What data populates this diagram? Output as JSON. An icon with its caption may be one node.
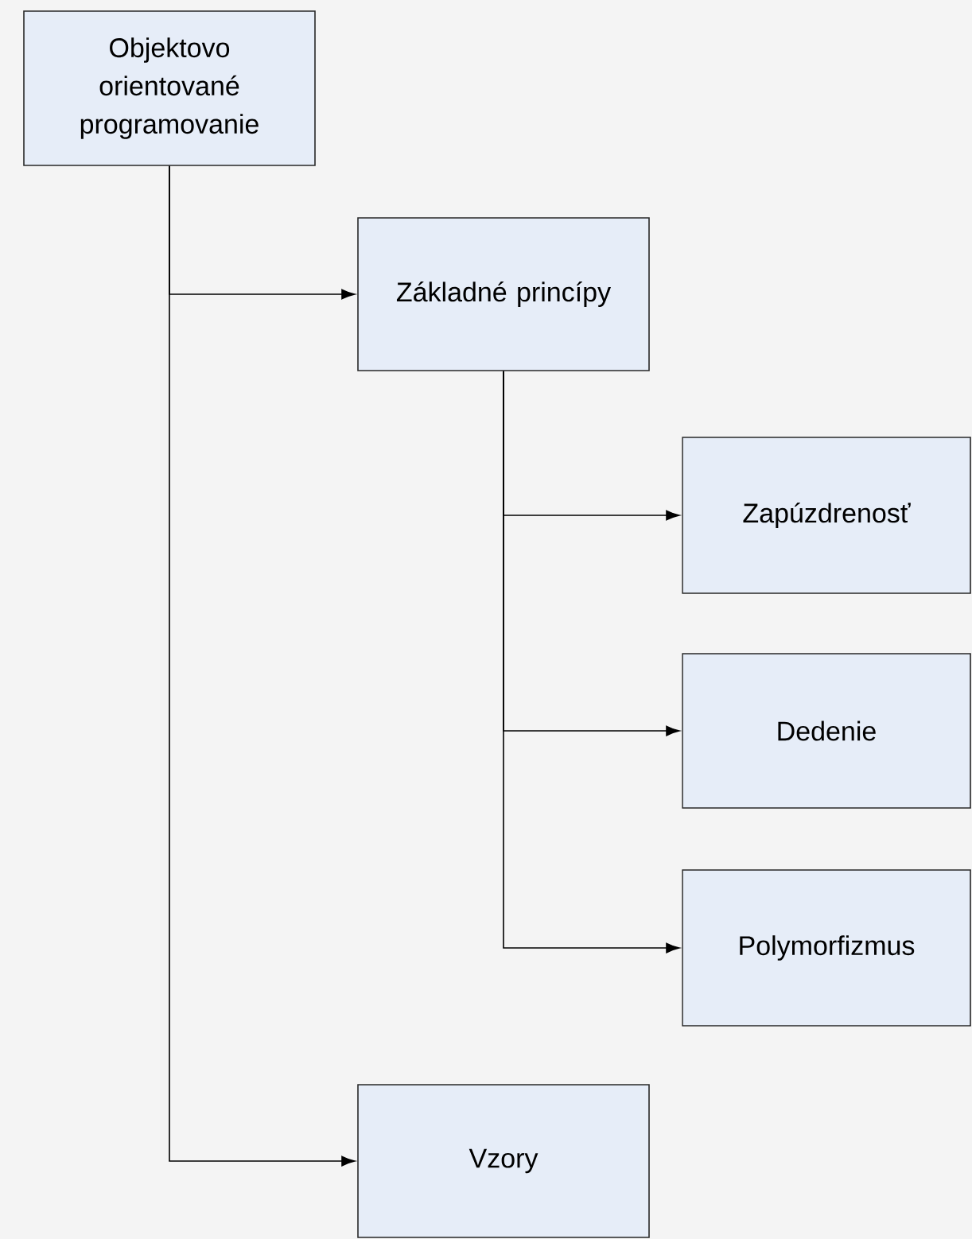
{
  "diagram": {
    "nodes": [
      {
        "text": [
          "Objektovo orientované programovanie"
        ]
      },
      {
        "text": [
          "Základné princípy"
        ]
      },
      {
        "text": [
          "Zapúzdrenosť"
        ]
      },
      {
        "text": [
          "Dedenie"
        ]
      },
      {
        "text": [
          "Polymorfizmus"
        ]
      },
      {
        "text": [
          "Vzory"
        ]
      }
    ],
    "edges": [
      {
        "from": 0,
        "to": 1,
        "arrow": "to"
      },
      {
        "from": 0,
        "to": 5,
        "arrow": "to"
      },
      {
        "from": 1,
        "to": 2,
        "arrow": "to"
      },
      {
        "from": 1,
        "to": 3,
        "arrow": "to"
      },
      {
        "from": 1,
        "to": 4,
        "arrow": "to"
      }
    ]
  }
}
